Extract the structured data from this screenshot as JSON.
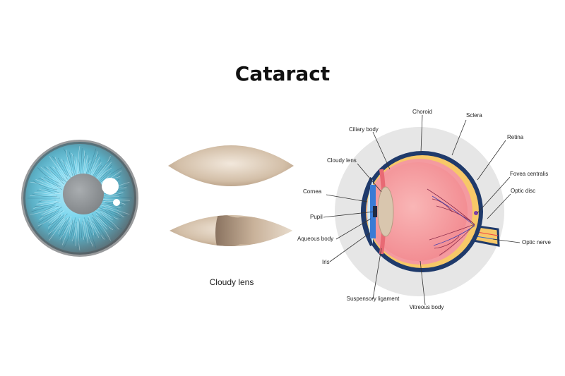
{
  "title": "Cataract",
  "lens_caption": "Cloudy lens",
  "labels": {
    "choroid": "Choroid",
    "sclera": "Sclera",
    "ciliary_body": "Ciliary body",
    "retina": "Retina",
    "cloudy_lens": "Cloudy lens",
    "fovea_centralis": "Fovea centralis",
    "cornea": "Cornea",
    "optic_disc": "Optic disc",
    "pupil": "Pupil",
    "aqueous_body": "Aqueous body",
    "optic_nerve": "Optic nerve",
    "iris": "Iris",
    "suspensory_ligament": "Suspensory ligament",
    "vitreous_body": "Vitreous body"
  },
  "colors": {
    "iris_blue": "#6fd3ee",
    "iris_gray": "#6f7377",
    "lens_tan": "#c9b29a",
    "sclera_navy": "#1f3a6b",
    "retina_yellow": "#f7c868",
    "vitreous_pink": "#f48d93",
    "background_circle": "#e6e6e6"
  }
}
